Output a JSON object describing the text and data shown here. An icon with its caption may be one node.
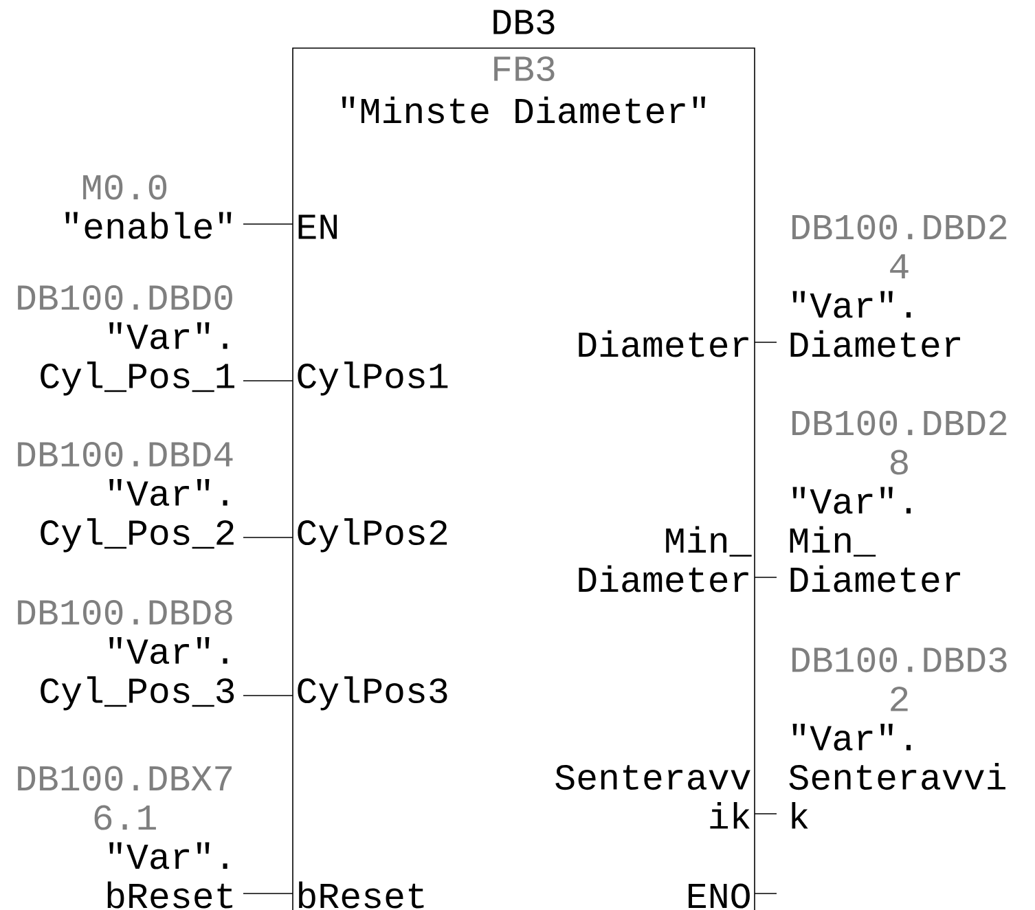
{
  "diagram": {
    "nodes": [
      {
        "text": [
          "DB3",
          "FB3",
          "\"Minste Diameter\""
        ]
      },
      {
        "text": [
          "EN"
        ],
        "in": 0
      },
      {
        "text": [
          "CylPos1"
        ],
        "in": 0
      },
      {
        "text": [
          "CylPos2"
        ],
        "in": 0
      },
      {
        "text": [
          "CylPos3"
        ],
        "in": 0
      },
      {
        "text": [
          "bReset"
        ],
        "in": 0
      },
      {
        "text": [
          "Diameter"
        ],
        "in": 0
      },
      {
        "text": [
          "Min_ Diameter"
        ],
        "in": 0
      },
      {
        "text": [
          "Senteravv ik"
        ],
        "in": 0
      },
      {
        "text": [
          "ENO"
        ],
        "in": 0
      },
      {
        "text": [
          "M0.0",
          "\"enable\""
        ]
      },
      {
        "text": [
          "DB100.DBD0",
          "\"Var\". Cyl_Pos_1"
        ]
      },
      {
        "text": [
          "DB100.DBD4",
          "\"Var\". Cyl_Pos_2"
        ]
      },
      {
        "text": [
          "DB100.DBD8",
          "\"Var\". Cyl_Pos_3"
        ]
      },
      {
        "text": [
          "DB100.DBX7 6.1",
          "\"Var\". bReset"
        ]
      },
      {
        "text": [
          "DB100.DBD2 4",
          "\"Var\". Diameter"
        ]
      },
      {
        "text": [
          "DB100.DBD2 8",
          "\"Var\". Min_ Diameter"
        ]
      },
      {
        "text": [
          "DB100.DBD3 2",
          "\"Var\". Senteravvi k"
        ]
      }
    ],
    "edges": [
      {
        "from": 10,
        "to": 1,
        "arrow": "none"
      },
      {
        "from": 11,
        "to": 2,
        "arrow": "none"
      },
      {
        "from": 12,
        "to": 3,
        "arrow": "none"
      },
      {
        "from": 13,
        "to": 4,
        "arrow": "none"
      },
      {
        "from": 14,
        "to": 5,
        "arrow": "none"
      },
      {
        "from": 6,
        "to": 15,
        "arrow": "none"
      },
      {
        "from": 7,
        "to": 16,
        "arrow": "none"
      },
      {
        "from": 8,
        "to": 17,
        "arrow": "none"
      },
      {
        "from": 9,
        "to": null,
        "arrow": "none"
      }
    ]
  }
}
